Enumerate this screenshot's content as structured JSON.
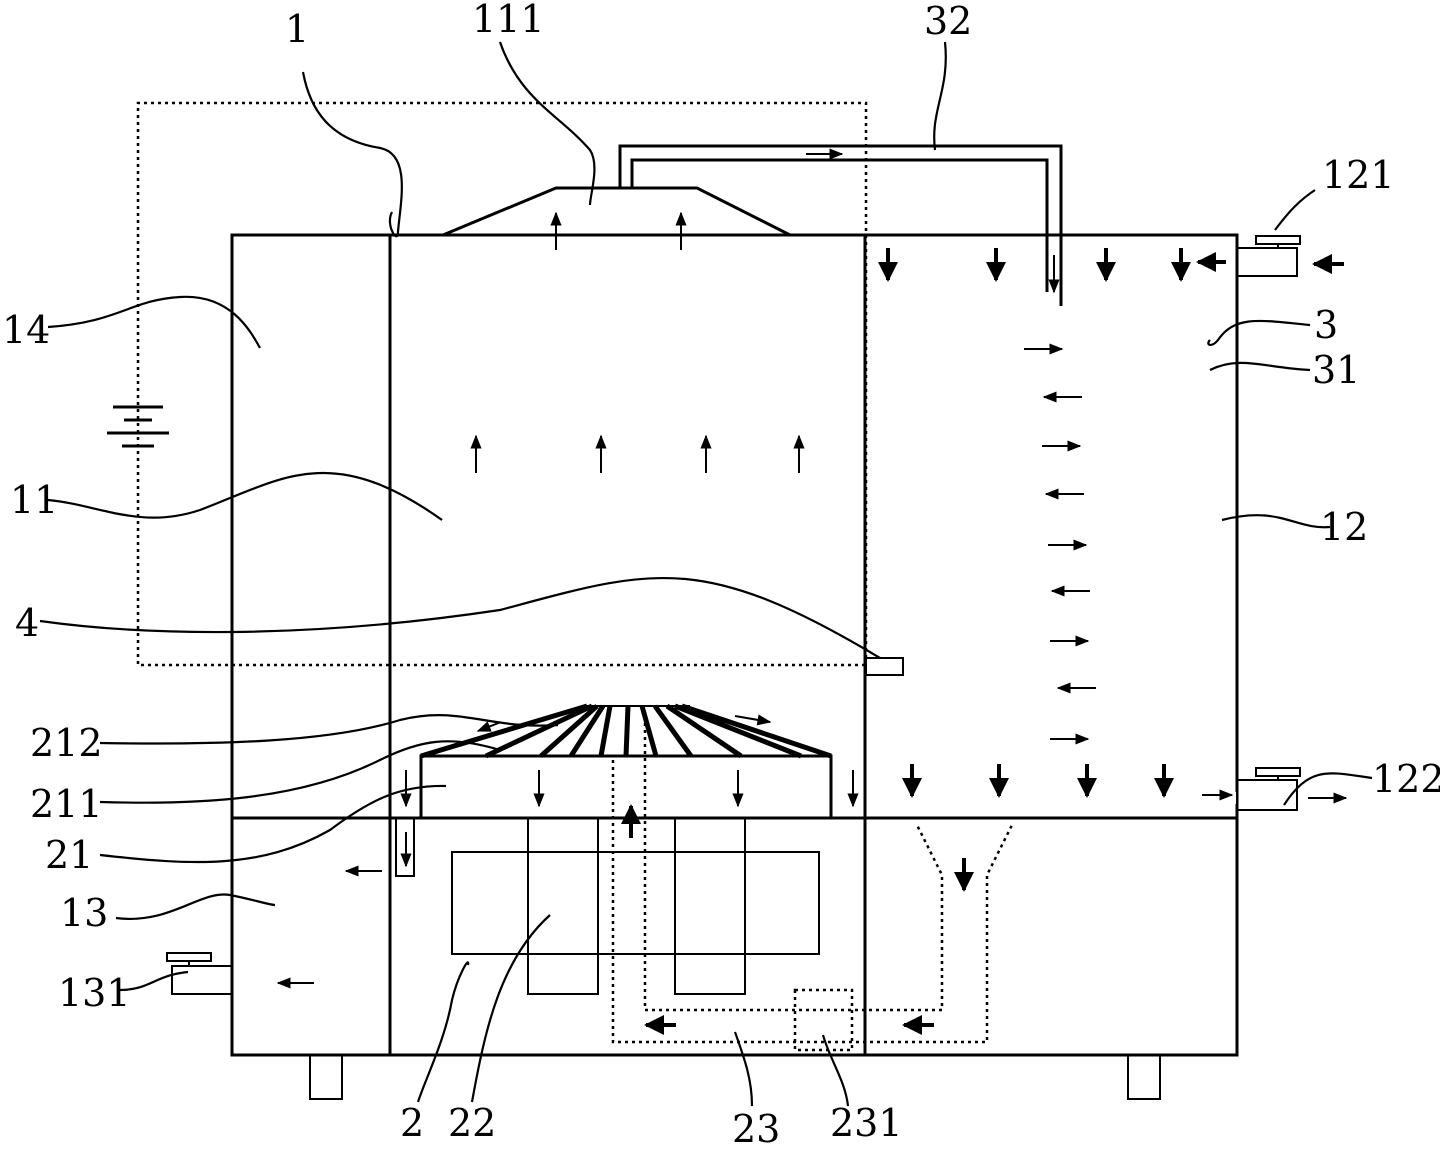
{
  "labels": {
    "l1": "1",
    "l111": "111",
    "l32": "32",
    "l121": "121",
    "l14": "14",
    "l3": "3",
    "l31": "31",
    "l11": "11",
    "l12": "12",
    "l4": "4",
    "l212": "212",
    "l211": "211",
    "l122": "122",
    "l21": "21",
    "l13": "13",
    "l131": "131",
    "l2": "2",
    "l22": "22",
    "l23": "23",
    "l231": "231"
  }
}
